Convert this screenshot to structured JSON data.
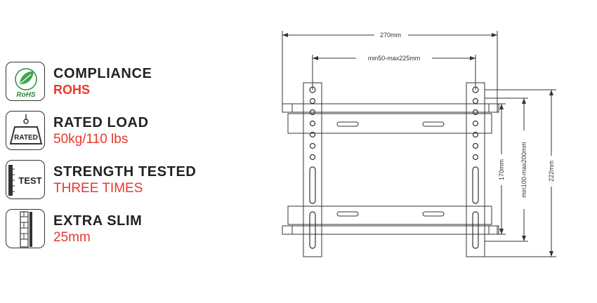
{
  "features": [
    {
      "title": "COMPLIANCE",
      "value": "ROHS",
      "icon": "rohs-leaf-icon",
      "icon_text": "RoHS"
    },
    {
      "title": "RATED LOAD",
      "value": "50kg/110 lbs",
      "icon": "weight-icon",
      "icon_text": "RATED"
    },
    {
      "title": "STRENGTH TESTED",
      "value": "THREE TIMES",
      "icon": "test-icon",
      "icon_text": "TEST"
    },
    {
      "title": "EXTRA SLIM",
      "value": "25mm",
      "icon": "slim-wall-icon"
    }
  ],
  "dimensions": {
    "overall_width": "270mm",
    "vesa_width": "min50-max225mm",
    "inner_height": "170mm",
    "vesa_height": "min100-max200mm",
    "overall_height": "222mm"
  },
  "colors": {
    "accent": "#e8382c",
    "text": "#222222",
    "line": "#333333"
  }
}
